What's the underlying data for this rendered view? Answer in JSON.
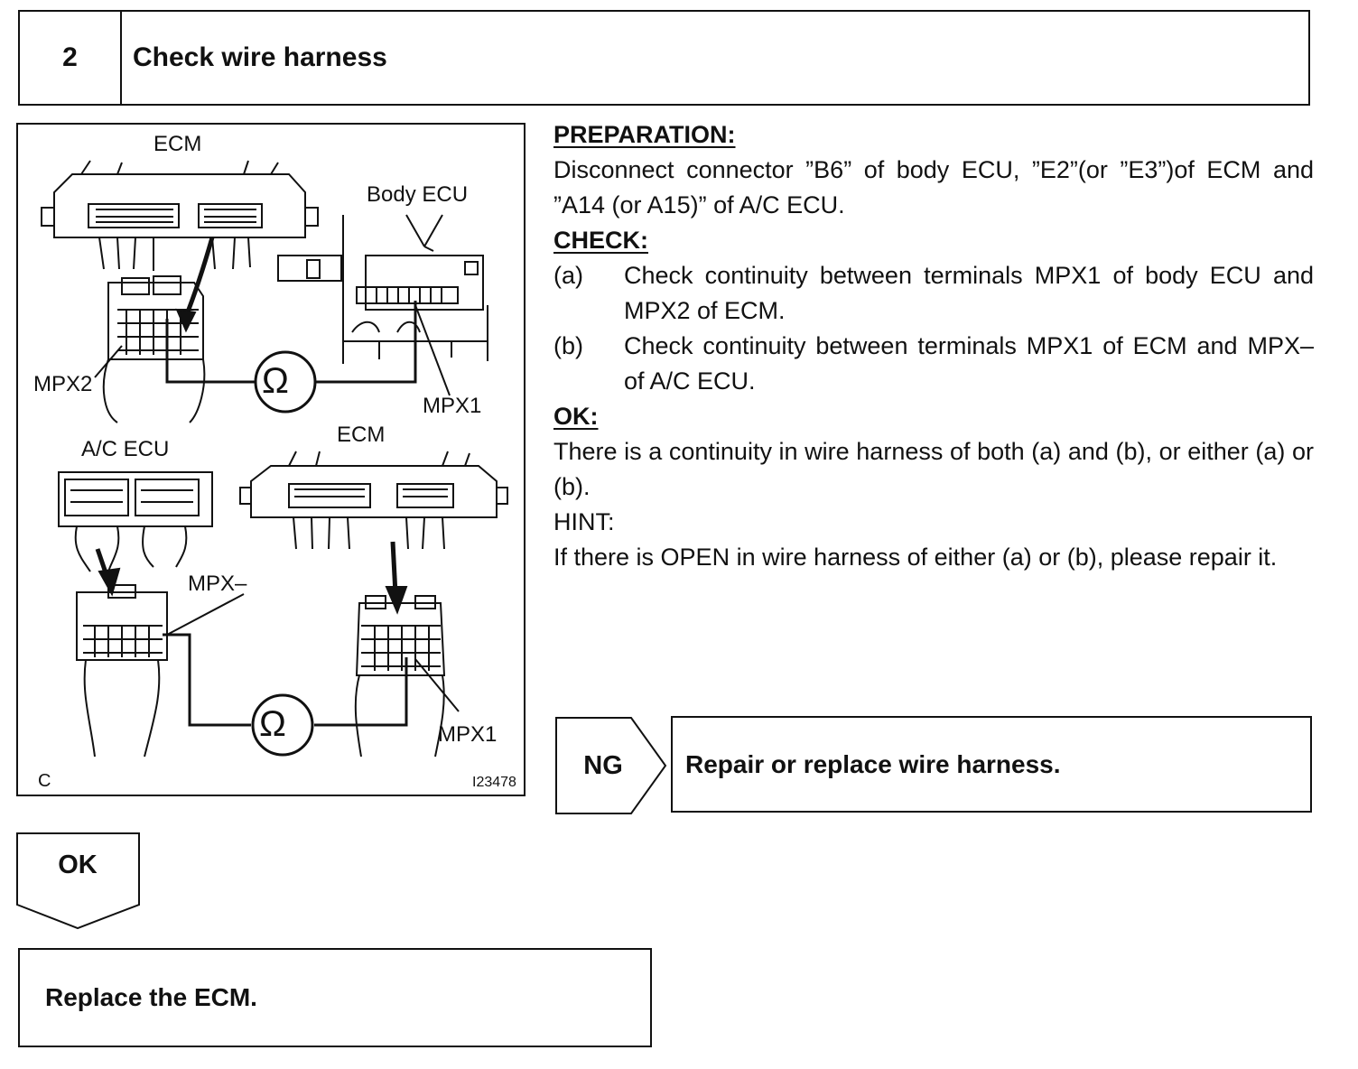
{
  "step": {
    "number": "2",
    "title": "Check wire harness"
  },
  "figure": {
    "labels": {
      "ecm_top": "ECM",
      "body_ecu": "Body ECU",
      "mpx2": "MPX2",
      "mpx1_top": "MPX1",
      "ac_ecu": "A/C ECU",
      "ecm_bottom": "ECM",
      "mpx_minus": "MPX–",
      "mpx1_bottom": "MPX1",
      "corner_code": "C",
      "figure_id": "I23478",
      "ohm_symbol": "Ω"
    }
  },
  "instructions": {
    "preparation": {
      "heading": "PREPARATION:",
      "text": "Disconnect connector ”B6” of body ECU, ”E2”(or ”E3”)of ECM and ”A14 (or A15)” of A/C ECU."
    },
    "check": {
      "heading": "CHECK:",
      "items": [
        {
          "letter": "(a)",
          "text": "Check continuity between terminals MPX1 of body ECU and MPX2 of ECM."
        },
        {
          "letter": "(b)",
          "text": "Check continuity between terminals MPX1 of ECM and MPX– of A/C ECU."
        }
      ]
    },
    "ok": {
      "heading": "OK:",
      "text": "There is a continuity in wire harness of both (a) and (b), or either (a) or (b)."
    },
    "hint": {
      "label": "HINT:",
      "text": "If there is OPEN in wire harness of either (a) or (b), please repair it."
    }
  },
  "flow": {
    "ng_label": "NG",
    "ng_result": "Repair or replace wire harness.",
    "ok_label": "OK",
    "ok_result": "Replace the ECM."
  }
}
